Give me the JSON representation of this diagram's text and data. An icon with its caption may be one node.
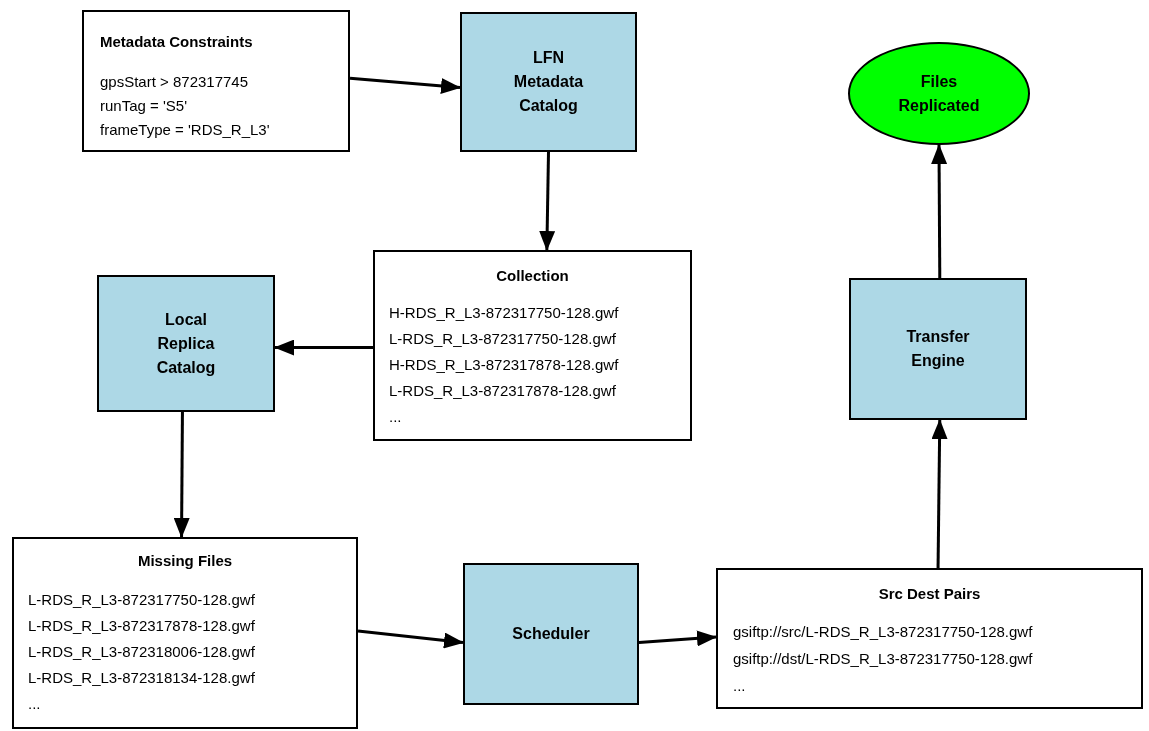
{
  "diagram": {
    "nodes": [
      {
        "text": [
          "Metadata Constraints",
          "gpsStart > 872317745",
          "runTag = 'S5'",
          "frameType = 'RDS_R_L3'"
        ]
      },
      {
        "text": [
          "LFN Metadata Catalog"
        ]
      },
      {
        "text": [
          "Files Replicated"
        ]
      },
      {
        "text": [
          "Collection",
          "H-RDS_R_L3-872317750-128.gwf",
          "L-RDS_R_L3-872317750-128.gwf",
          "H-RDS_R_L3-872317878-128.gwf",
          "L-RDS_R_L3-872317878-128.gwf",
          "..."
        ]
      },
      {
        "text": [
          "Local Replica Catalog"
        ]
      },
      {
        "text": [
          "Transfer Engine"
        ]
      },
      {
        "text": [
          "Missing Files",
          "L-RDS_R_L3-872317750-128.gwf",
          "L-RDS_R_L3-872317878-128.gwf",
          "L-RDS_R_L3-872318006-128.gwf",
          "L-RDS_R_L3-872318134-128.gwf",
          "..."
        ]
      },
      {
        "text": [
          "Scheduler"
        ]
      },
      {
        "text": [
          "Src Dest Pairs",
          "gsiftp://src/L-RDS_R_L3-872317750-128.gwf",
          "gsiftp://dst/L-RDS_R_L3-872317750-128.gwf",
          "..."
        ]
      }
    ],
    "edges": [
      {
        "from": 0,
        "to": 1,
        "arrow": "to"
      },
      {
        "from": 1,
        "to": 3,
        "arrow": "to"
      },
      {
        "from": 3,
        "to": 4,
        "arrow": "to"
      },
      {
        "from": 4,
        "to": 6,
        "arrow": "to"
      },
      {
        "from": 6,
        "to": 7,
        "arrow": "to"
      },
      {
        "from": 7,
        "to": 8,
        "arrow": "to"
      },
      {
        "from": 8,
        "to": 5,
        "arrow": "to"
      },
      {
        "from": 5,
        "to": 2,
        "arrow": "to"
      }
    ]
  }
}
